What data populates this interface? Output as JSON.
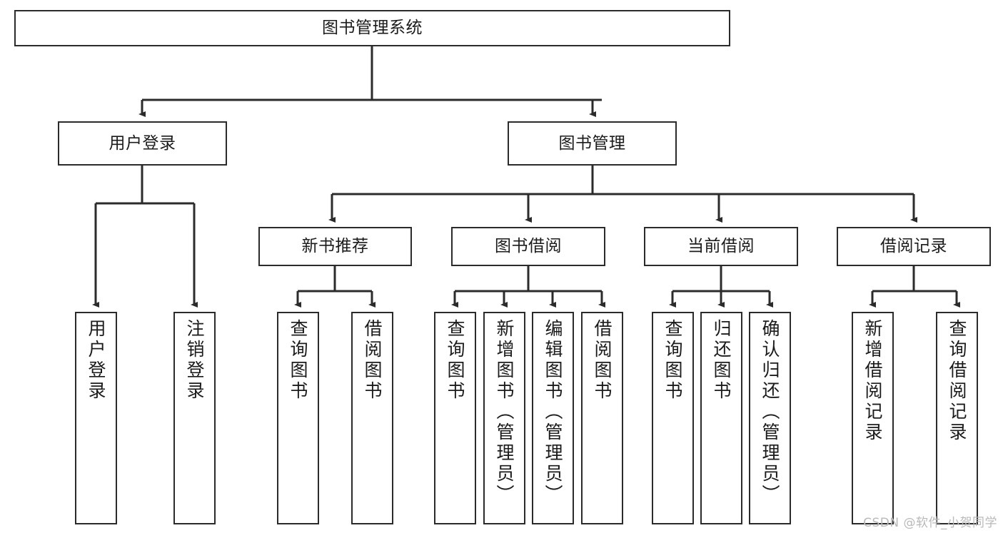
{
  "diagram": {
    "title": "图书管理系统",
    "type": "tree-hierarchy-diagram",
    "watermark": "CSDN @软件_小贺同学",
    "colors": {
      "stroke": "#2b2b2b",
      "fill": "#ffffff",
      "text": "#1b1b1b",
      "watermark": "#b9b9b9"
    },
    "nodes": {
      "root": {
        "label": "图书管理系统"
      },
      "level2": [
        {
          "id": "user-login",
          "label": "用户登录"
        },
        {
          "id": "book-manage",
          "label": "图书管理"
        }
      ],
      "level3": [
        {
          "id": "new-book-recommend",
          "label": "新书推荐"
        },
        {
          "id": "book-borrow",
          "label": "图书借阅"
        },
        {
          "id": "current-borrow",
          "label": "当前借阅"
        },
        {
          "id": "borrow-record",
          "label": "借阅记录"
        }
      ],
      "leaves": [
        {
          "id": "leaf-user-login",
          "label": "用户登录",
          "parent": "user-login"
        },
        {
          "id": "leaf-logout",
          "label": "注销登录",
          "parent": "user-login"
        },
        {
          "id": "leaf-query-book-1",
          "label": "查询图书",
          "parent": "new-book-recommend"
        },
        {
          "id": "leaf-borrow-book-1",
          "label": "借阅图书",
          "parent": "new-book-recommend"
        },
        {
          "id": "leaf-query-book-2",
          "label": "查询图书",
          "parent": "book-borrow"
        },
        {
          "id": "leaf-add-book",
          "label": "新增图书（管理员）",
          "parent": "book-borrow"
        },
        {
          "id": "leaf-edit-book",
          "label": "编辑图书（管理员）",
          "parent": "book-borrow"
        },
        {
          "id": "leaf-borrow-book-2",
          "label": "借阅图书",
          "parent": "book-borrow"
        },
        {
          "id": "leaf-query-book-3",
          "label": "查询图书",
          "parent": "current-borrow"
        },
        {
          "id": "leaf-return-book",
          "label": "归还图书",
          "parent": "current-borrow"
        },
        {
          "id": "leaf-confirm-return",
          "label": "确认归还（管理员）",
          "parent": "current-borrow"
        },
        {
          "id": "leaf-add-record",
          "label": "新增借阅记录",
          "parent": "borrow-record"
        },
        {
          "id": "leaf-query-record",
          "label": "查询借阅记录",
          "parent": "borrow-record"
        }
      ]
    }
  }
}
